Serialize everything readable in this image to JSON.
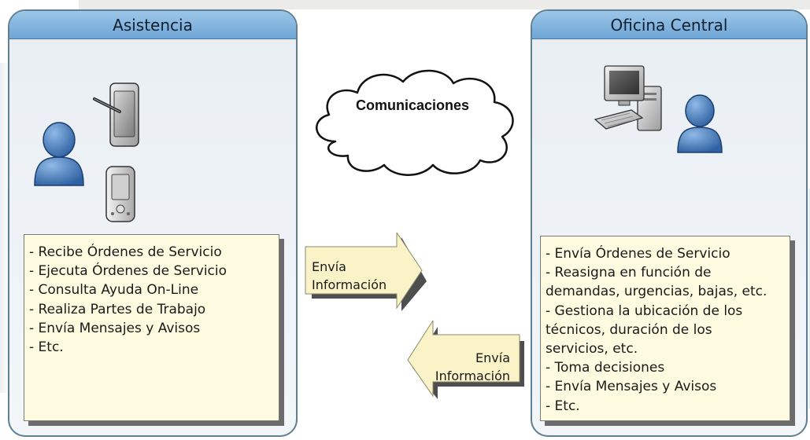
{
  "left_panel": {
    "title": "Asistencia",
    "tasks": [
      "- Recibe Órdenes de Servicio",
      "- Ejecuta Órdenes de Servicio",
      "- Consulta Ayuda On-Line",
      "- Realiza Partes de Trabajo",
      "- Envía Mensajes y Avisos",
      "- Etc."
    ]
  },
  "right_panel": {
    "title": "Oficina Central",
    "tasks": [
      "- Envía Órdenes de Servicio",
      "- Reasigna en función de",
      "demandas, urgencias, bajas, etc.",
      "- Gestiona la ubicación de los",
      "técnicos, duración de los",
      "servicios, etc.",
      "- Toma decisiones",
      "- Envía Mensajes y Avisos",
      "- Etc."
    ]
  },
  "cloud": {
    "label": "Comunicaciones"
  },
  "arrows": {
    "to_central": {
      "line1": "Envía",
      "line2": "Información"
    },
    "to_field": {
      "line1": "Envía",
      "line2": "Información"
    }
  },
  "icons": [
    "user-icon",
    "tablet-icon",
    "pda-icon",
    "computer-icon",
    "cloud-icon",
    "arrow-right-icon",
    "arrow-left-icon"
  ],
  "colors": {
    "header_blue": "#7fb2df",
    "panel_border": "#5f7f95",
    "box_fill": "#fffbe0",
    "arrow_fill": "#fbf3c8",
    "user_blue": "#4f86c6"
  }
}
